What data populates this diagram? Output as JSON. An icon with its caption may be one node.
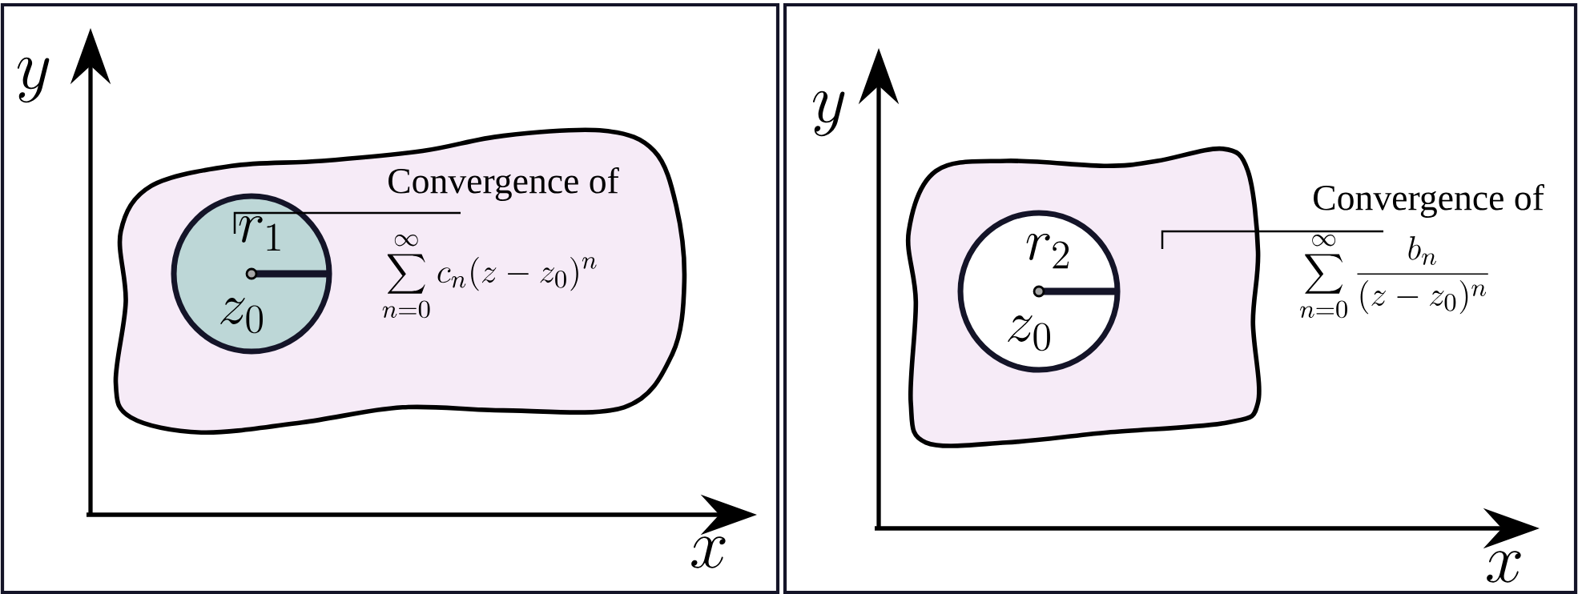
{
  "diagram": {
    "nodes": [
      {
        "text": [],
        "shape": "blob"
      },
      {
        "text": [
          "r_1",
          "z_0"
        ],
        "in": 0
      },
      {
        "text": [
          "Convergence of",
          "\\sum_{n=0}^{\\infty} c_n(z-z_0)^n"
        ],
        "in": 0
      },
      {
        "text": [],
        "shape": "blob"
      },
      {
        "text": [
          "r_2",
          "z_0"
        ],
        "in": 3
      },
      {
        "text": [
          "Convergence of",
          "\\sum_{n=0}^{\\infty}\\frac{b_n}{(z-z_0)^n}"
        ]
      }
    ],
    "edges": [
      {
        "from": 2,
        "to": 1,
        "arrow": "none"
      },
      {
        "from": 5,
        "to": 3,
        "arrow": "none"
      }
    ],
    "labels": [
      "y",
      "x",
      "y",
      "x"
    ]
  }
}
